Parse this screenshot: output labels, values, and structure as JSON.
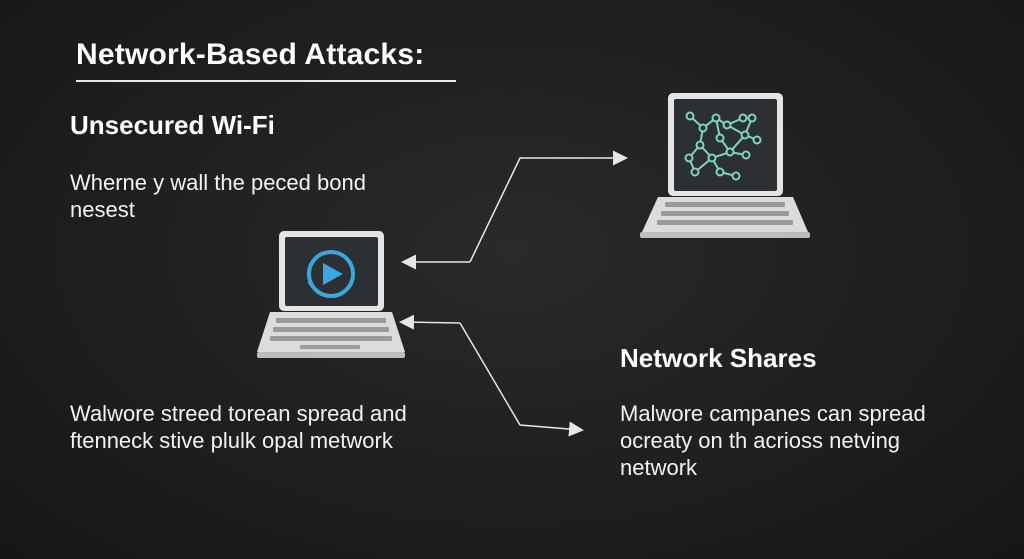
{
  "title": "Network-Based Attacks:",
  "wifi": {
    "heading": "Unsecured Wi-Fi",
    "text": "Wherne y wall the peced bond nesest"
  },
  "shares": {
    "heading": "Network Shares",
    "text": "Malwore campanes can spread ocreaty on th acrioss netving network"
  },
  "bottom_left": {
    "text": "Walwore streed torean spread and ftenneck stive plulk opal metwork"
  },
  "icons": {
    "left_laptop": "laptop-with-play-icon",
    "right_laptop": "laptop-with-network-graph-icon"
  },
  "colors": {
    "background": "#1f1f1f",
    "play_accent": "#3aa8e0",
    "network_accent": "#7fd3c2"
  }
}
